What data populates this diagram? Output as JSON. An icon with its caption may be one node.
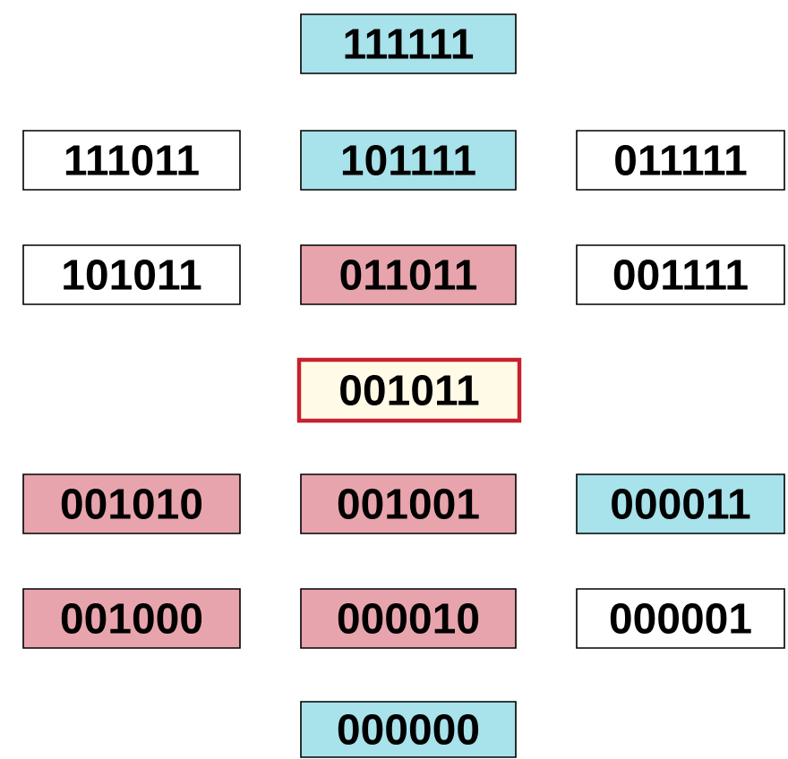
{
  "diagram": {
    "nodes": [
      {
        "text": [
          "111111"
        ]
      },
      {
        "text": [
          "111011"
        ]
      },
      {
        "text": [
          "101111"
        ]
      },
      {
        "text": [
          "011111"
        ]
      },
      {
        "text": [
          "101011"
        ]
      },
      {
        "text": [
          "011011"
        ]
      },
      {
        "text": [
          "001111"
        ]
      },
      {
        "text": [
          "001011"
        ]
      },
      {
        "text": [
          "001010"
        ]
      },
      {
        "text": [
          "001001"
        ]
      },
      {
        "text": [
          "000011"
        ]
      },
      {
        "text": [
          "001000"
        ]
      },
      {
        "text": [
          "000010"
        ]
      },
      {
        "text": [
          "000001"
        ]
      },
      {
        "text": [
          "000000"
        ]
      }
    ]
  }
}
